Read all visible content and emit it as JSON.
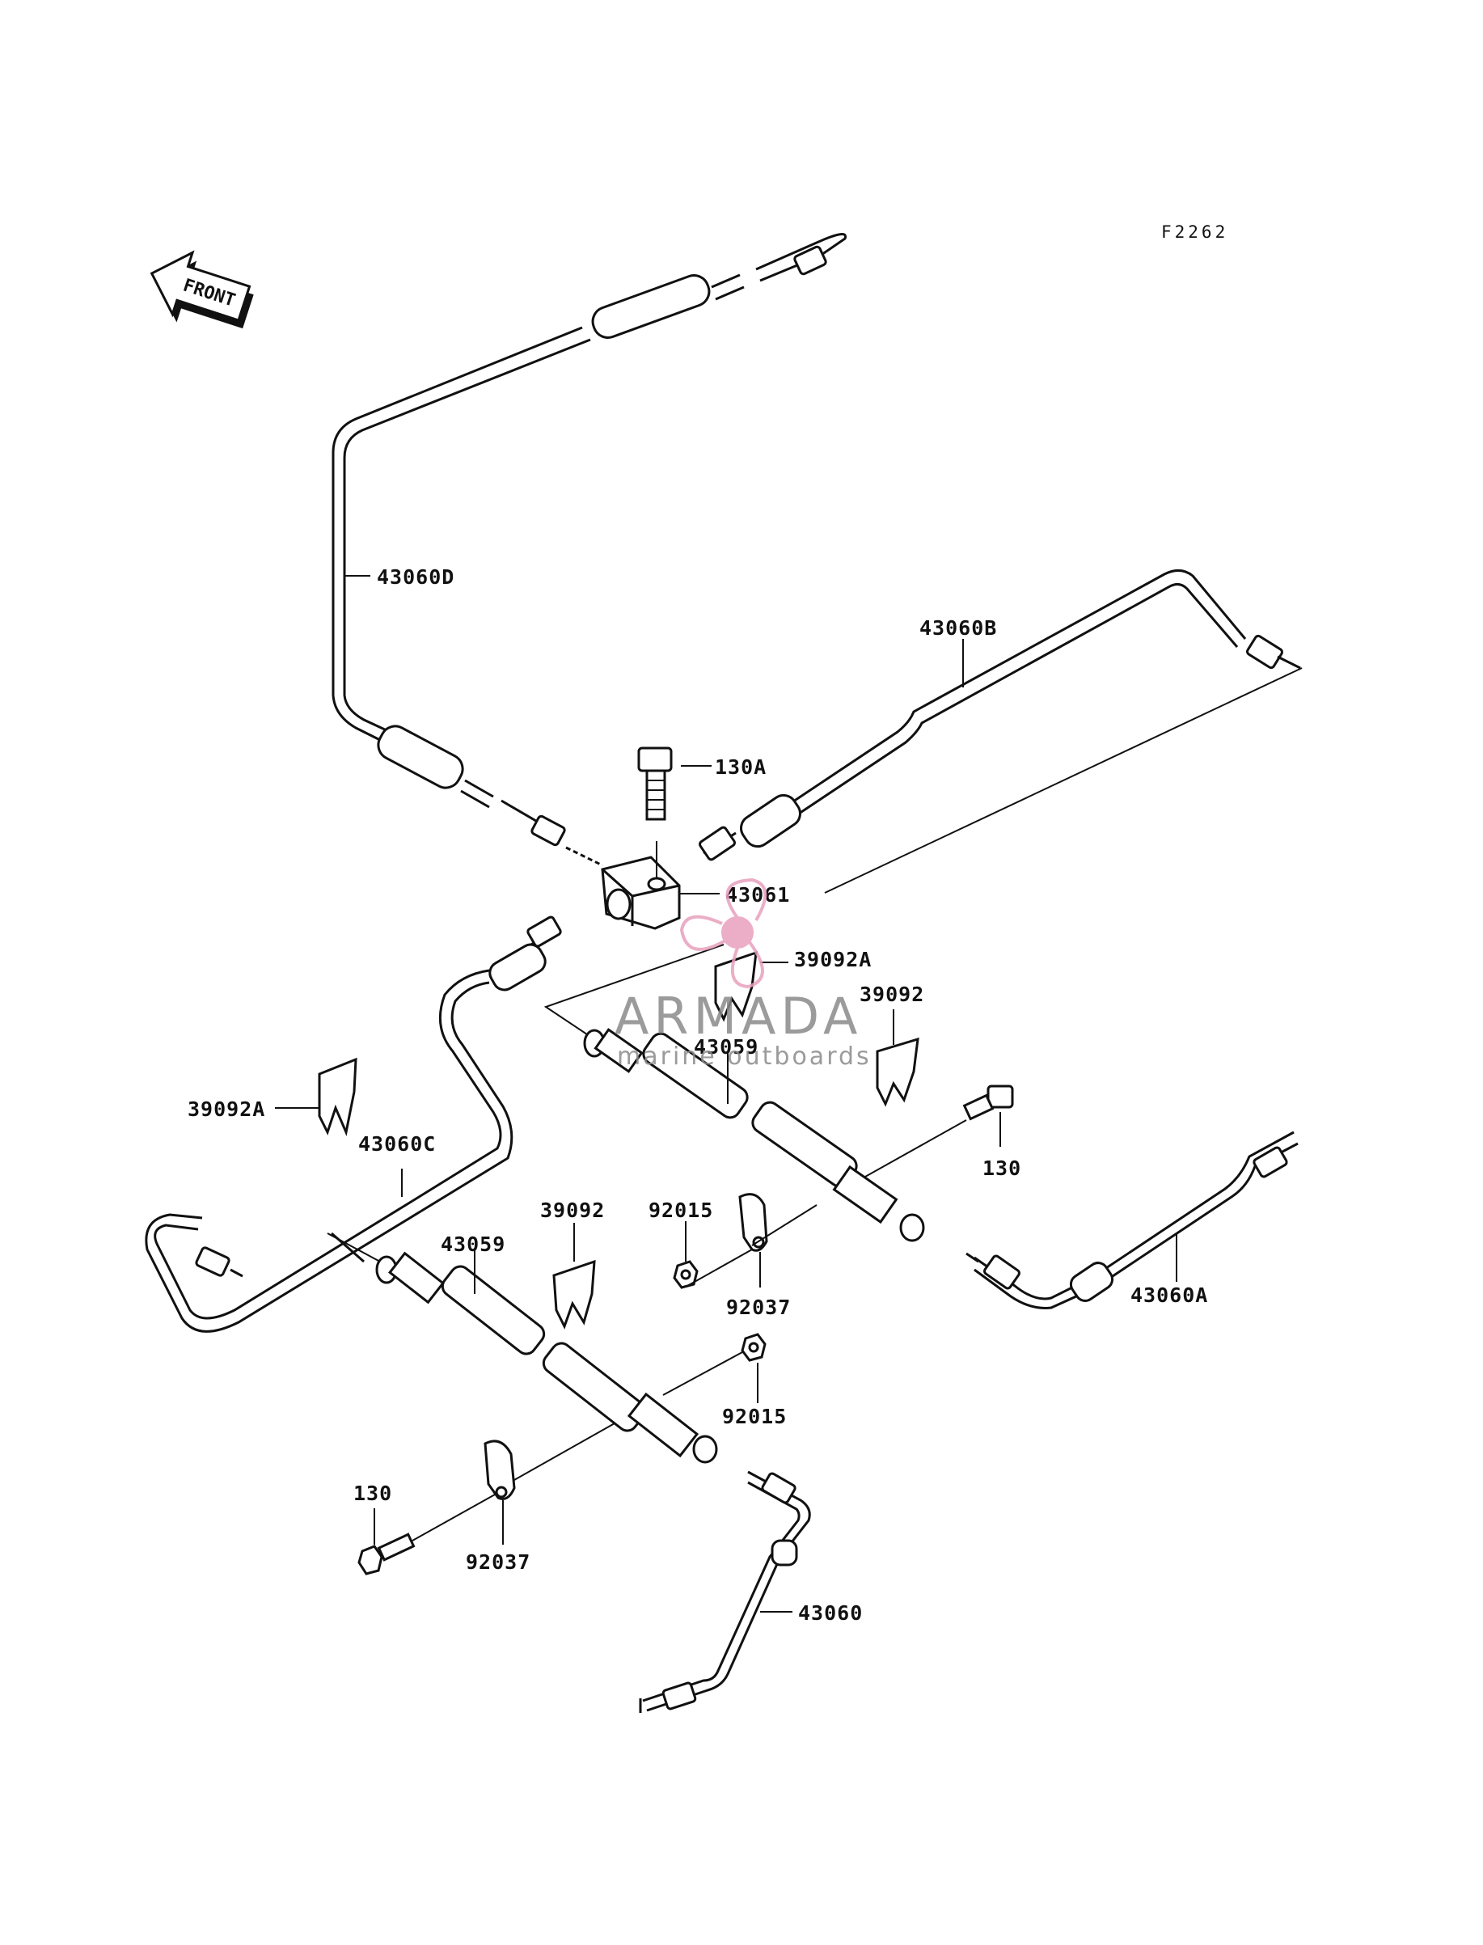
{
  "diagram": {
    "code": "F2262",
    "front_label": "FRONT",
    "parts": {
      "p43060D": "43060D",
      "p43060B": "43060B",
      "p130A": "130A",
      "p43061": "43061",
      "p39092A_top": "39092A",
      "p39092_top": "39092",
      "p43059_top": "43059",
      "p39092A_left": "39092A",
      "p43060C": "43060C",
      "p130_right": "130",
      "p39092_mid": "39092",
      "p92015_top": "92015",
      "p43059_bottom": "43059",
      "p92037_top": "92037",
      "p43060A": "43060A",
      "p92015_bottom": "92015",
      "p130_left": "130",
      "p92037_bottom": "92037",
      "p43060": "43060"
    }
  },
  "watermark": {
    "title": "ARMADA",
    "subtitle": "marine outboards",
    "color": "#e8a0bd",
    "text_color": "#8a8a8a"
  },
  "colors": {
    "line": "#111111",
    "background": "#ffffff"
  }
}
